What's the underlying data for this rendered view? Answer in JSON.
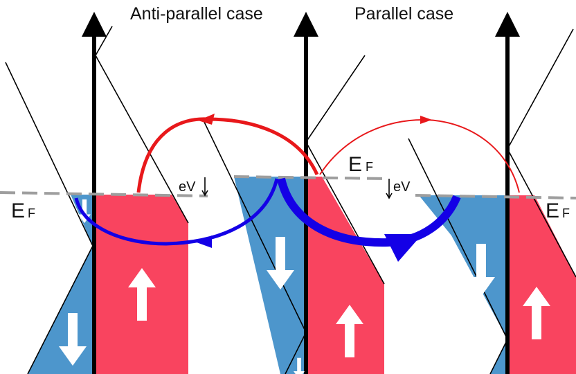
{
  "titles": {
    "antiparallel": "Anti-parallel case",
    "parallel": "Parallel case"
  },
  "labels": {
    "fermi_main": "E",
    "fermi_sub": "F",
    "bias": "eV"
  },
  "colors": {
    "spin_down_band": "#4d96cc",
    "spin_up_band": "#f9445f",
    "antiparallel_tunnel": "#1400e6",
    "parallel_tunnel": "#1400e6",
    "spin_flip_arrow": "#e8181b",
    "fermi_level": "#9e9e9e",
    "axis": "#000000"
  },
  "icons": {
    "spin_up": "white-up-arrow-icon",
    "spin_down": "white-down-arrow-icon",
    "axis": "black-up-arrow-icon"
  }
}
